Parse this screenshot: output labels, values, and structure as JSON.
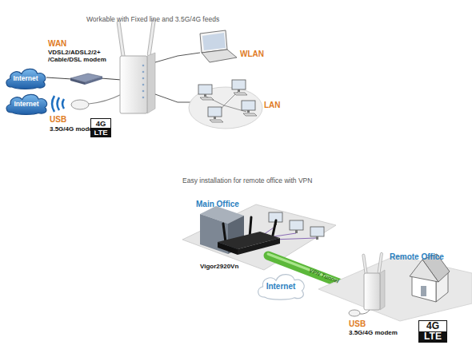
{
  "diagram": {
    "title": "Workable with Fixed line and 3.5G/4G feeds",
    "nodes": [
      {
        "text": [
          "Internet"
        ]
      },
      {
        "text": [
          "Internet"
        ]
      },
      {
        "text": [
          "4G LTE"
        ]
      },
      {
        "text": [
          "Internet"
        ]
      },
      {
        "text": [
          "4G LTE"
        ]
      }
    ],
    "labels": [
      "WAN",
      "VDSL2/ADSL2/2+ /Cable/DSL modem",
      "WLAN",
      "LAN",
      "USB",
      "3.5G/4G modem",
      "Easy installation for remote office with VPN",
      "Main Office",
      "Vigor2920Vn",
      "VPN Tunnel",
      "Remote Office",
      "USB",
      "3.5G/4G modem"
    ]
  }
}
